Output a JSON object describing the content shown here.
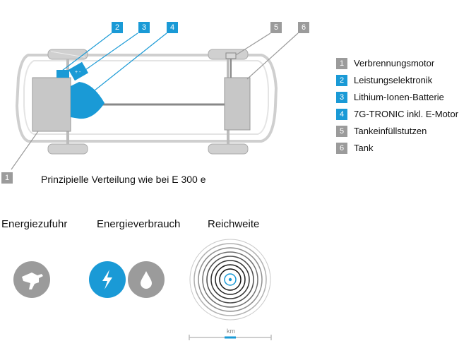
{
  "colors": {
    "accent_blue": "#1a9ad6",
    "gray_badge": "#9b9b9b",
    "car_gray": "#cccccc",
    "dark_line": "#222222"
  },
  "diagram": {
    "callouts": [
      {
        "num": "2",
        "color": "#1a9ad6"
      },
      {
        "num": "3",
        "color": "#1a9ad6"
      },
      {
        "num": "4",
        "color": "#1a9ad6"
      },
      {
        "num": "5",
        "color": "#9b9b9b"
      },
      {
        "num": "6",
        "color": "#9b9b9b"
      },
      {
        "num": "1",
        "color": "#9b9b9b"
      }
    ],
    "caption": "Prinzipielle Verteilung wie bei E 300 e"
  },
  "legend": [
    {
      "num": "1",
      "label": "Verbrennungsmotor",
      "color": "#9b9b9b"
    },
    {
      "num": "2",
      "label": "Leistungselektronik",
      "color": "#1a9ad6"
    },
    {
      "num": "3",
      "label": "Lithium-Ionen-Batterie",
      "color": "#1a9ad6"
    },
    {
      "num": "4",
      "label": "7G-TRONIC inkl. E-Motor",
      "color": "#1a9ad6"
    },
    {
      "num": "5",
      "label": "Tankeinfüllstutzen",
      "color": "#9b9b9b"
    },
    {
      "num": "6",
      "label": "Tank",
      "color": "#9b9b9b"
    }
  ],
  "sections": {
    "energy_supply": {
      "title": "Energiezufuhr",
      "icon": "fuel-nozzle-icon"
    },
    "energy_consumption": {
      "title": "Energieverbrauch",
      "icons": [
        "lightning-icon",
        "drop-icon"
      ]
    },
    "range": {
      "title": "Reichweite",
      "icon": "concentric-circles-icon",
      "unit": "km"
    }
  }
}
